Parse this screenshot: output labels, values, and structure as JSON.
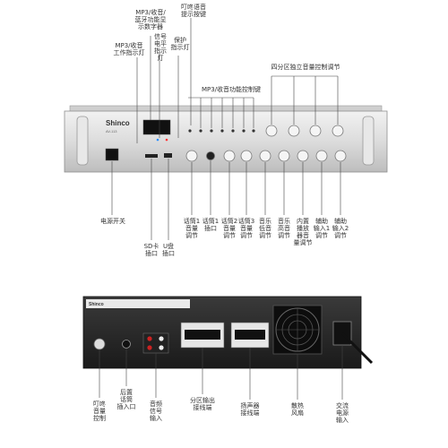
{
  "front_panel": {
    "brand": "Shinco",
    "model": "AV-113",
    "top_labels": {
      "mp3_radio_work_light": "MP3/收音\n工作指示灯",
      "mp3_radio_bluetooth_display": "MP3/收音/\n蓝牙功能显\n示数字器",
      "signal_level_light": "信号\n电平\n指示灯",
      "protect_light": "保护\n指示灯",
      "chime_button": "叮咚语音\n提示按键",
      "mp3_radio_keys": "MP3/收音功能控制键",
      "zone_volume_knobs": "四分区独立音量控制调节"
    },
    "bottom_labels": {
      "power_switch": "电源开关",
      "sd_slot": "SD卡\n插口",
      "usb_slot": "U盘\n插口",
      "mic1_volume": "话筒1\n音量\n调节",
      "mic1_jack": "话筒1\n插口",
      "mic2_volume": "话筒2\n音量\n调节",
      "mic3_volume": "话筒3\n音量\n调节",
      "music_bass": "音乐\n低音\n调节",
      "music_treble": "音乐\n高音\n调节",
      "builtin_player_volume": "内置\n播放\n器音\n量调节",
      "aux1_volume": "辅助\n输入1\n调节",
      "aux2_volume": "辅助\n输入2\n调节"
    }
  },
  "rear_panel": {
    "brand": "Shinco",
    "labels": {
      "chime_control": "叮咚\n音量\n控制",
      "rear_mic_jack": "后置\n话筒\n插入口",
      "audio_input": "音频\n信号\n输入",
      "zone_output": "分区输出\n接线端",
      "speaker_terminal": "扬声器\n接线端",
      "cooling_fan": "散热\n风扇",
      "ac_power": "交流\n电源\n输入"
    }
  }
}
